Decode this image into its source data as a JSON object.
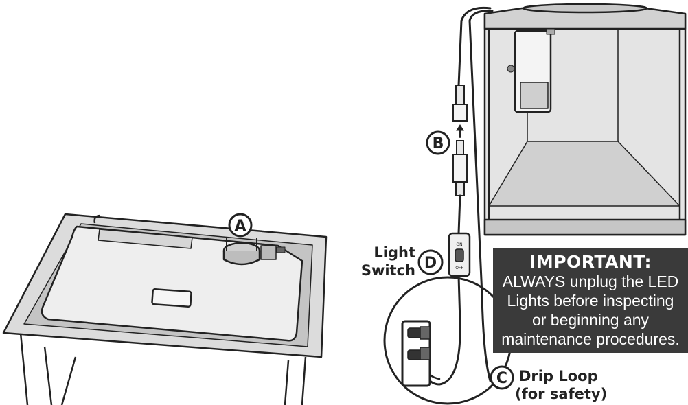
{
  "callouts": {
    "a": "A",
    "b": "B",
    "c": "C",
    "d": "D"
  },
  "light_switch": {
    "line1": "Light",
    "line2": "Switch",
    "on": "ON",
    "off": "OFF"
  },
  "drip_loop": {
    "line1": "Drip Loop",
    "line2": "(for safety)"
  },
  "important": {
    "title": "IMPORTANT:",
    "lines": [
      "ALWAYS unplug the LED",
      "Lights before inspecting",
      "or beginning any",
      "maintenance procedures."
    ]
  },
  "colors": {
    "ink": "#222222",
    "panel": "#3a3a3a",
    "glass": "#e2e2e2",
    "background": "#ffffff"
  },
  "icons": [
    "aquarium-lid-icon",
    "aquarium-tank-icon",
    "power-outlet-icon",
    "inline-switch-icon",
    "power-cord-icon"
  ]
}
